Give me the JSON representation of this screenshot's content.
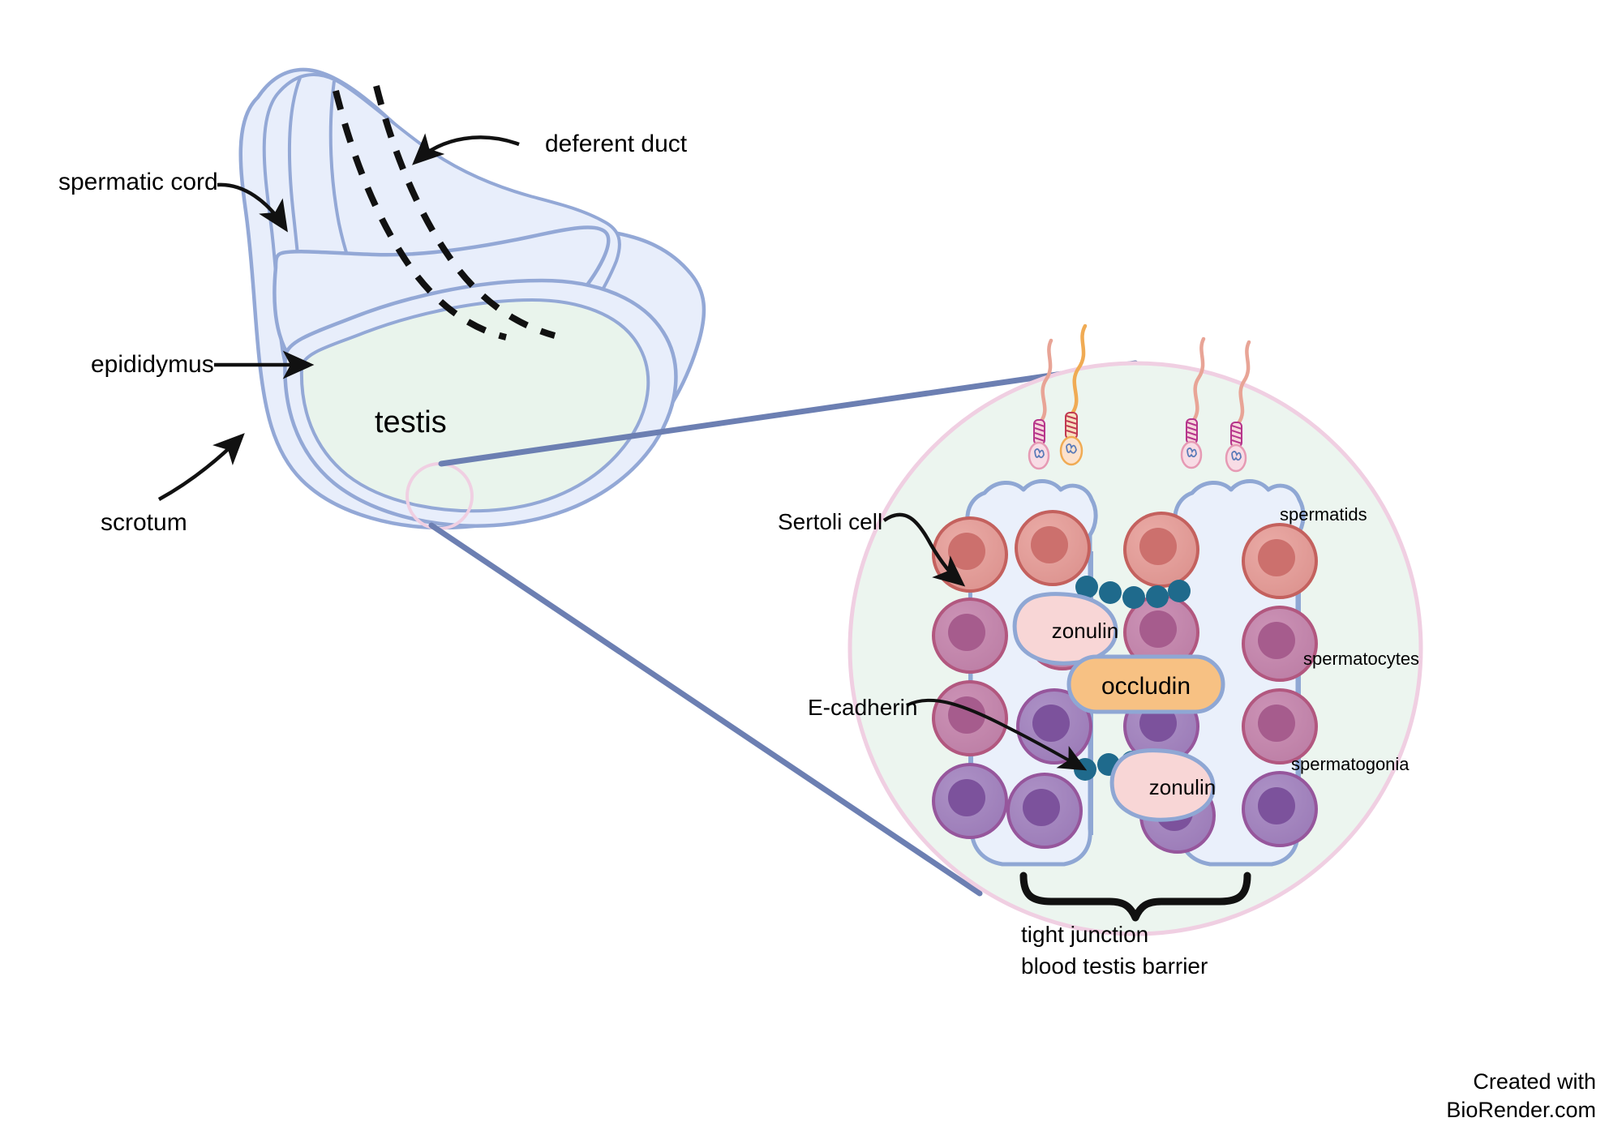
{
  "figure": {
    "type": "biological-illustration",
    "subject": "Testis anatomy with magnified blood-testis barrier / Sertoli cell junction detail"
  },
  "anatomy": {
    "labels": {
      "deferent_duct": "deferent duct",
      "spermatic_cord": "spermatic cord",
      "epididymus": "epididymus",
      "scrotum": "scrotum",
      "testis": "testis"
    }
  },
  "magnified": {
    "labels": {
      "sertoli_cell": "Sertoli cell",
      "e_cadherin": "E-cadherin",
      "spermatids": "spermatids",
      "spermatocytes": "spermatocytes",
      "spermatogonia": "spermatogonia"
    },
    "badges": {
      "zonulin_top": "zonulin",
      "zonulin_bottom": "zonulin",
      "occludin": "occludin"
    },
    "brace": {
      "line1": "tight junction",
      "line2": "blood testis barrier"
    }
  },
  "credit": {
    "line1": "Created with",
    "line2": "BioRender.com"
  },
  "colors": {
    "scrotum_fill": "#e8eefb",
    "scrotum_stroke": "#93a8d6",
    "testis_fill": "#e9f4ec",
    "circle_fill": "#ecf5ef",
    "circle_stroke": "#f0cfe2",
    "sertoli_fill": "#eaf0fb",
    "sertoli_stroke": "#8fa7d4",
    "spermatid_fill": "#e29a96",
    "spermatid_stroke": "#c4615e",
    "spermatid_nucleus": "#cc706d",
    "spermatocyte_fill": "#c188ad",
    "spermatocyte_stroke": "#b2577f",
    "spermatocyte_nucleus": "#a65c8d",
    "spermatogonia_fill": "#a284bf",
    "spermatogonia_stroke": "#96569c",
    "spermatogonia_nucleus": "#7c529c",
    "occludin_fill": "#f7c183",
    "zonulin_fill": "#f8d6d6",
    "ecadherin_bead": "#1f6a8c",
    "connector_line": "#6c7fb2",
    "text": "#000000"
  },
  "counts": {
    "sperm_tails": 4,
    "ecadherin_bead_chains": 2,
    "beads_per_chain": 5,
    "sertoli_cells": 2,
    "cell_columns": 4
  }
}
